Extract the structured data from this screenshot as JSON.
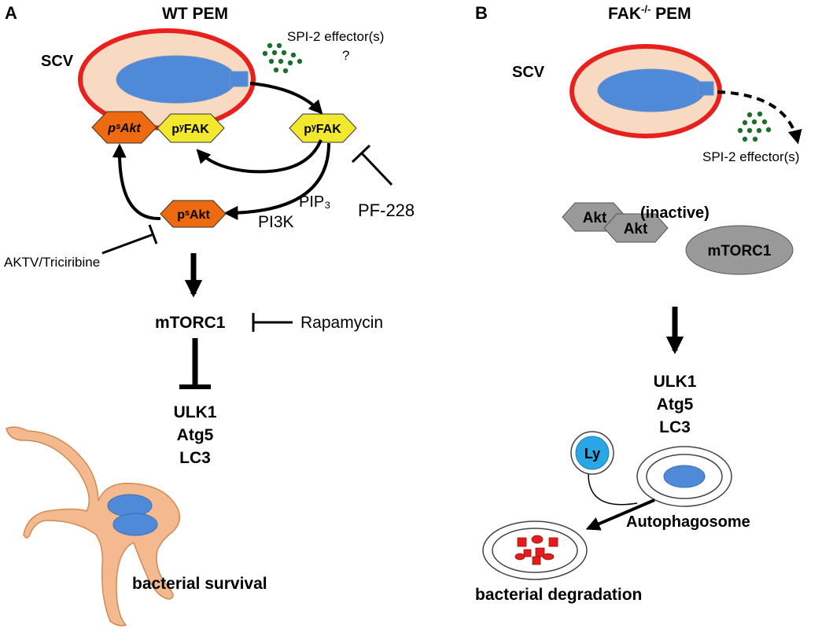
{
  "panel_a": {
    "letter": "A",
    "title": "WT PEM",
    "scv_label": "SCV",
    "effector_label": "SPI-2 effector(s)",
    "effector_question": "?",
    "pakt_label_top": "pˢAkt",
    "pfak_label_left": "pʸFAK",
    "pfak_label_right": "pʸFAK",
    "pakt_label_mid": "pˢAkt",
    "inhibitor_pf": "PF-228",
    "pip3_label": "PIP₃",
    "pi3k_label": "PI3K",
    "aktv_label": "AKTV/Triciribine",
    "mtorc1_label": "mTORC1",
    "rapamycin_label": "Rapamycin",
    "autophagy_genes": [
      "ULK1",
      "Atg5",
      "LC3"
    ],
    "outcome_label": "bacterial survival"
  },
  "panel_b": {
    "letter": "B",
    "title_main": "FAK",
    "title_sup": "-/-",
    "title_rest": " PEM",
    "scv_label": "SCV",
    "effector_label": "SPI-2 effector(s)",
    "akt_label_1": "Akt",
    "akt_label_2": "Akt",
    "inactive_label": "(inactive)",
    "mtorc1_label": "mTORC1",
    "autophagy_genes": [
      "ULK1",
      "Atg5",
      "LC3"
    ],
    "lysosome_label": "Ly",
    "autophagosome_label": "Autophagosome",
    "outcome_label": "bacterial degradation"
  },
  "colors": {
    "scv_border": "#e8211f",
    "scv_fill": "#f8d9c2",
    "bacterium": "#4f8ad8",
    "pakt": "#ee6a10",
    "pfak": "#f2e92e",
    "effector_dots": "#1b6e2e",
    "grey": "#999999",
    "macrophage": "#f4b98e",
    "lysosome": "#29a6e6",
    "degraded": "#e31d1d"
  }
}
